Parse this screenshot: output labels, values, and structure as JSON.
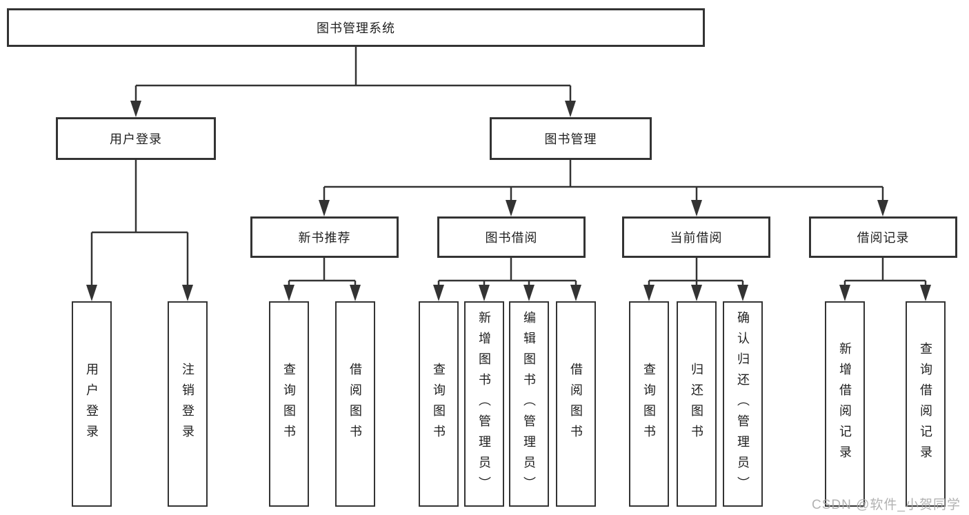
{
  "colors": {
    "line": "#333333",
    "box_border": "#333333",
    "box_fill": "#ffffff",
    "text": "#1f1f1f",
    "watermark": "#aaaaaa",
    "background": "#ffffff"
  },
  "watermark": "CSDN @软件_小贺同学",
  "diagram": {
    "root": {
      "label": "图书管理系统",
      "children": [
        {
          "label": "用户登录",
          "children": [
            {
              "label": "用户登录"
            },
            {
              "label": "注销登录"
            }
          ]
        },
        {
          "label": "图书管理",
          "children": [
            {
              "label": "新书推荐",
              "children": [
                {
                  "label": "查询图书"
                },
                {
                  "label": "借阅图书"
                }
              ]
            },
            {
              "label": "图书借阅",
              "children": [
                {
                  "label": "查询图书"
                },
                {
                  "label": "新增图书（管理员）"
                },
                {
                  "label": "编辑图书（管理员）"
                },
                {
                  "label": "借阅图书"
                }
              ]
            },
            {
              "label": "当前借阅",
              "children": [
                {
                  "label": "查询图书"
                },
                {
                  "label": "归还图书"
                },
                {
                  "label": "确认归还（管理员）"
                }
              ]
            },
            {
              "label": "借阅记录",
              "children": [
                {
                  "label": "新增借阅记录"
                },
                {
                  "label": "查询借阅记录"
                }
              ]
            }
          ]
        }
      ]
    }
  }
}
